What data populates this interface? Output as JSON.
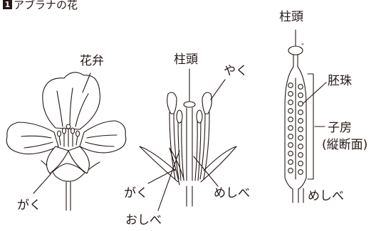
{
  "title": {
    "number": "1",
    "text": "アブラナの花"
  },
  "labels": {
    "petal": "花弁",
    "sepal_left": "がく",
    "stigma_mid": "柱頭",
    "anther": "やく",
    "sepal_mid": "がく",
    "stamen": "おしべ",
    "pistil_mid": "めしべ",
    "stigma_right": "柱頭",
    "ovule": "胚珠",
    "ovary": "子房",
    "section": "(縦断面)",
    "pistil_right": "めしべ"
  }
}
